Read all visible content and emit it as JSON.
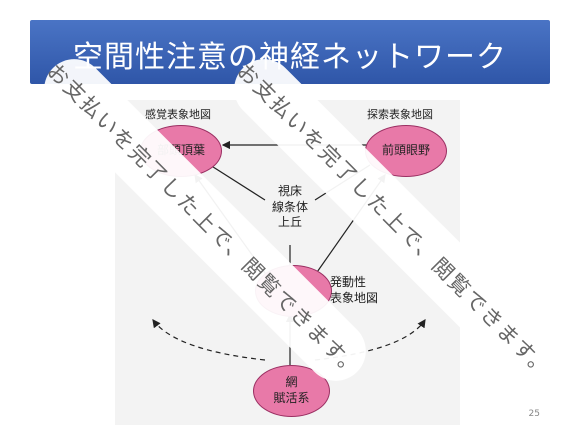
{
  "slide": {
    "title": "空間性注意の神経ネットワーク",
    "page_number": "25"
  },
  "diagram": {
    "label_sensory_map": "感覚表象地図",
    "label_explore_map": "探索表象地図",
    "node_parietal": "部頭頂葉",
    "node_frontal_eye": "前頭眼野",
    "node_pulvinar": "視床\n線条体\n上丘",
    "node_cingulate": "",
    "label_motivational": "発動性\n表象地図",
    "node_reticular": "網\n賦活系"
  },
  "watermark": {
    "text": "お支払いを完了した上で、閲覧できます。"
  }
}
